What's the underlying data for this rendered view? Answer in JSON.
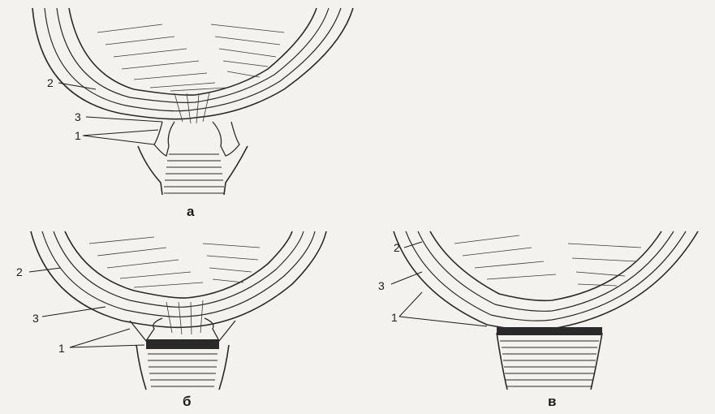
{
  "panels": [
    {
      "caption": "а",
      "labels": {
        "one": "1",
        "two": "2",
        "three": "3"
      }
    },
    {
      "caption": "б",
      "labels": {
        "one": "1",
        "two": "2",
        "three": "3"
      }
    },
    {
      "caption": "в",
      "labels": {
        "one": "1",
        "two": "2",
        "three": "3"
      }
    }
  ],
  "colors": {
    "ink": "#2a2a2a",
    "paper": "#f4f2ee"
  }
}
